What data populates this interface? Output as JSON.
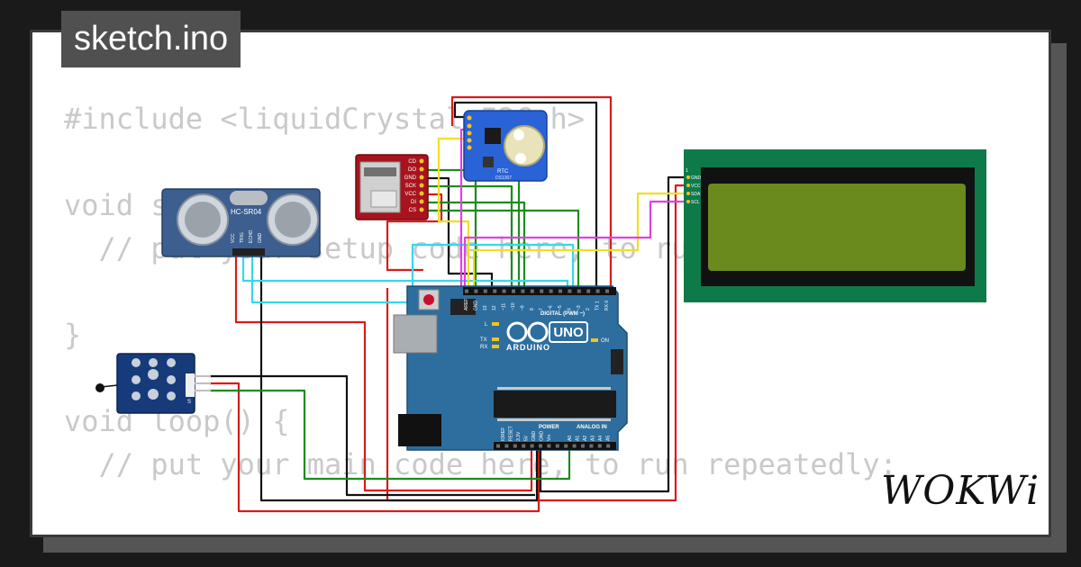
{
  "tab": {
    "title": "sketch.ino"
  },
  "code": {
    "lines": [
      "#include <liquidCrystal_I2C.h>",
      "",
      "void setup() {",
      "  // put your setup code here, to run once:",
      "",
      "}",
      "",
      "void loop() {",
      "  // put your main code here, to run repeatedly:",
      "",
      "}"
    ]
  },
  "brand": {
    "logo": "WOKWi"
  },
  "components": {
    "ultrasonic": {
      "label": "HC-SR04",
      "pins": [
        "VCC",
        "TRIG",
        "ECHO",
        "GND"
      ]
    },
    "sd_card": {
      "pins": [
        "CD",
        "DO",
        "GND",
        "SCK",
        "VCC",
        "DI",
        "CS"
      ]
    },
    "rtc": {
      "label": "RTC",
      "chip": "DS1307"
    },
    "lcd": {
      "pins": [
        "GND",
        "VCC",
        "SDA",
        "SCL"
      ],
      "pin_marker": "1"
    },
    "temp_sensor": {
      "pins_label": "S"
    },
    "arduino": {
      "model": "UNO",
      "brand": "ARDUINO",
      "digital_label": "DIGITAL (PWM ~)",
      "digital_pins": [
        "AREF",
        "GND",
        "13",
        "12",
        "~11",
        "~10",
        "~9",
        "8",
        "7",
        "~6",
        "~5",
        "4",
        "~3",
        "2",
        "TX 1",
        "RX 0"
      ],
      "power_label": "POWER",
      "power_pins": [
        "IOREF",
        "RESET",
        "3.3V",
        "5V",
        "GND",
        "GND",
        "Vin"
      ],
      "analog_label": "ANALOG IN",
      "analog_pins": [
        "A0",
        "A1",
        "A2",
        "A3",
        "A4",
        "A5"
      ],
      "led_labels": [
        "L",
        "TX",
        "RX",
        "ON"
      ]
    }
  },
  "colors": {
    "red": "#d81b1b",
    "black": "#111111",
    "green": "#1c8c1c",
    "cyan": "#34d8e8",
    "yellow": "#f0e020",
    "magenta": "#e040e0",
    "board": "#2d6e9e",
    "lcd_pcb": "#0e7a4a",
    "lcd_screen": "#6a8a1e"
  }
}
